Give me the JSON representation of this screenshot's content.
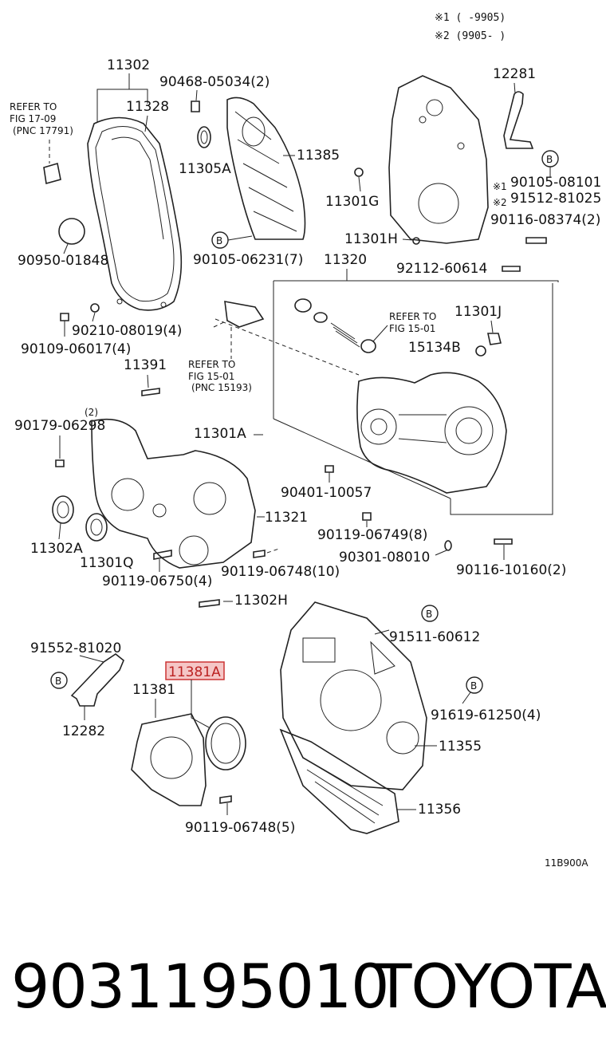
{
  "notes": {
    "n1": "※1 (     -9905)",
    "n2": "※2 (9905-     )"
  },
  "diagram_code": "11B900A",
  "refer1": {
    "l1": "REFER TO",
    "l2": "FIG 17-09",
    "l3": "(PNC 17791)"
  },
  "refer2": {
    "l1": "REFER TO",
    "l2": "FIG 15-01",
    "l3": "(PNC 15193)"
  },
  "refer3": {
    "l1": "REFER TO",
    "l2": "FIG 15-01"
  },
  "callout": "B",
  "labels": {
    "p11302": "11302",
    "p11328": "11328",
    "p90468": "90468-05034(2)",
    "p11305A": "11305A",
    "p11385": "11385",
    "p90950": "90950-01848",
    "p90105_06231": "90105-06231(7)",
    "p90210": "90210-08019(4)",
    "p90109": "90109-06017(4)",
    "p12281": "12281",
    "p90105_08101": "90105-08101",
    "p91512": "91512-81025",
    "p90116_08374": "90116-08374(2)",
    "p11301G": "11301G",
    "p11301H": "11301H",
    "p92112": "92112-60614",
    "p11320": "11320",
    "p11301J": "11301J",
    "p15134B": "15134B",
    "p11391": "11391",
    "p90179": "90179-06298",
    "p90179q": "(2)",
    "p11301A": "11301A",
    "p90401": "90401-10057",
    "p11321": "11321",
    "p90119_06749": "90119-06749(8)",
    "p11302A": "11302A",
    "p11301Q": "11301Q",
    "p90301": "90301-08010",
    "p90116_10160": "90116-10160(2)",
    "p90119_06750": "90119-06750(4)",
    "p90119_06748_10": "90119-06748(10)",
    "p11302H": "11302H",
    "p91511": "91511-60612",
    "p91552": "91552-81020",
    "p11381A": "11381A",
    "p11381": "11381",
    "p91619": "91619-61250(4)",
    "p12282": "12282",
    "p11355": "11355",
    "p11356": "11356",
    "p90119_06748_5": "90119-06748(5)"
  },
  "marks": {
    "m1": "※1",
    "m2": "※2"
  },
  "footer": {
    "part_number": "9031195010",
    "brand": "TOYOTA"
  },
  "highlight_color": "#f5c6c6"
}
